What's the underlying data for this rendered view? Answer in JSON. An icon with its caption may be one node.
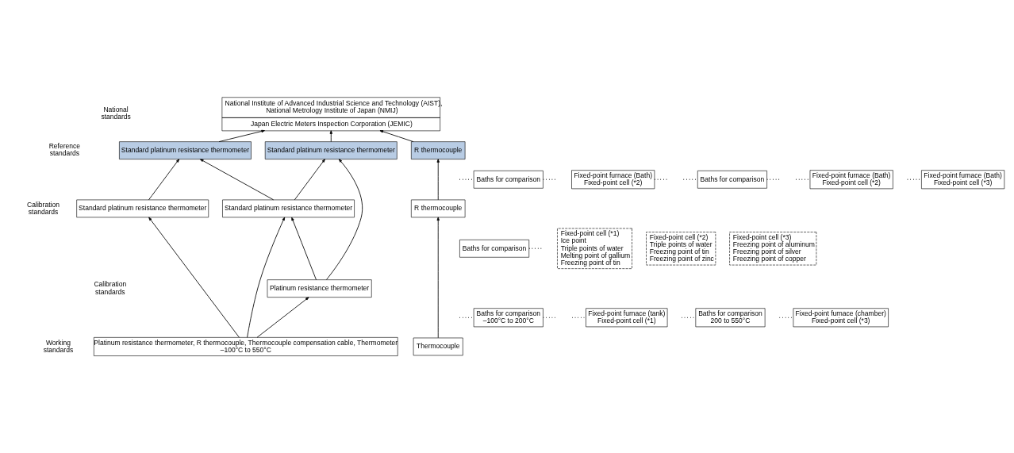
{
  "diagram": {
    "nodes": [
      {
        "text": [
          "National Institute of Advanced Industrial Science and Technology (AIST), National Metrology Institute of Japan (NMIJ)",
          "Japan Electric Meters Inspection Corporation (JEMIC)"
        ]
      },
      {
        "text": [
          "Standard platinum resistance thermometer"
        ]
      },
      {
        "text": [
          "Standard platinum resistance thermometer"
        ]
      },
      {
        "text": [
          "R thermocouple"
        ]
      },
      {
        "text": [
          "Baths for comparison"
        ]
      },
      {
        "text": [
          "Fixed-point furnace (Bath) Fixed-point cell (*2)"
        ]
      },
      {
        "text": [
          "Baths for comparison"
        ]
      },
      {
        "text": [
          "Fixed-point furnace (Bath) Fixed-point cell (*2)"
        ]
      },
      {
        "text": [
          "Fixed-point furnace (Bath) Fixed-point cell (*3)"
        ]
      },
      {
        "text": [
          "Standard platinum resistance thermometer"
        ]
      },
      {
        "text": [
          "Standard platinum resistance thermometer"
        ]
      },
      {
        "text": [
          "R thermocouple"
        ]
      },
      {
        "text": [
          "Baths for comparison"
        ]
      },
      {
        "text": [
          "Fixed-point cell (*1)",
          "Ice point",
          "Triple points of water",
          "Melting point of gallium",
          "Freezing point of tin"
        ]
      },
      {
        "text": [
          "Fixed-point cell (*2)",
          "Triple points of water",
          "Freezing point of tin",
          "Freezing point of zinc"
        ]
      },
      {
        "text": [
          "Fixed-point cell (*3)",
          "Freezing point of aluminum",
          "Freezing point of silver",
          "Freezing point of copper"
        ]
      },
      {
        "text": [
          "Platinum resistance thermometer"
        ]
      },
      {
        "text": [
          "Baths for comparison –100°C to 200°C"
        ]
      },
      {
        "text": [
          "Fixed-point furnace (tank) Fixed-point cell (*1)"
        ]
      },
      {
        "text": [
          "Baths for comparison 200 to 550°C"
        ]
      },
      {
        "text": [
          "Fixed-point furnace (chamber) Fixed-point cell (*3)"
        ]
      },
      {
        "text": [
          "Platinum resistance thermometer, R thermocouple, Thermocouple compensation cable, Thermometer",
          "–100°C to 550°C"
        ]
      },
      {
        "text": [
          "Thermocouple"
        ]
      }
    ],
    "edges": [
      {
        "from": 1,
        "to": 0,
        "arrow": "to"
      },
      {
        "from": 2,
        "to": 0,
        "arrow": "to"
      },
      {
        "from": 3,
        "to": 0,
        "arrow": "to"
      },
      {
        "from": 16,
        "to": 1,
        "arrow": "to"
      },
      {
        "from": 9,
        "to": 1,
        "arrow": "to"
      },
      {
        "from": 9,
        "to": 2,
        "arrow": "to"
      },
      {
        "from": 10,
        "to": 2,
        "arrow": "to"
      },
      {
        "from": 11,
        "to": 3,
        "arrow": "to"
      },
      {
        "from": 16,
        "to": 9,
        "arrow": "to"
      },
      {
        "from": 21,
        "to": 16,
        "arrow": "to"
      },
      {
        "from": 21,
        "to": 9,
        "arrow": "to"
      },
      {
        "from": 21,
        "to": 10,
        "arrow": "to"
      },
      {
        "from": 22,
        "to": 11,
        "arrow": "to"
      },
      {
        "from": 4,
        "to": null,
        "arrow": "none",
        "style": "dashed"
      },
      {
        "from": 4,
        "to": null,
        "arrow": "none",
        "style": "dashed"
      },
      {
        "from": 5,
        "to": null,
        "arrow": "none",
        "style": "dashed"
      },
      {
        "from": 6,
        "to": null,
        "arrow": "none",
        "style": "dashed"
      },
      {
        "from": 6,
        "to": null,
        "arrow": "none",
        "style": "dashed"
      },
      {
        "from": 7,
        "to": null,
        "arrow": "none",
        "style": "dashed"
      },
      {
        "from": 8,
        "to": null,
        "arrow": "none",
        "style": "dashed"
      },
      {
        "from": 12,
        "to": null,
        "arrow": "none",
        "style": "dashed"
      },
      {
        "from": 17,
        "to": null,
        "arrow": "none",
        "style": "dashed"
      },
      {
        "from": 17,
        "to": null,
        "arrow": "none",
        "style": "dashed"
      },
      {
        "from": 18,
        "to": null,
        "arrow": "none",
        "style": "dashed"
      },
      {
        "from": 19,
        "to": null,
        "arrow": "none",
        "style": "dashed"
      },
      {
        "from": 20,
        "to": null,
        "arrow": "none",
        "style": "dashed"
      }
    ],
    "labels": [
      "National standards",
      "Reference standards",
      "Calibration standards",
      "Calibration standards",
      "Working standards"
    ]
  }
}
